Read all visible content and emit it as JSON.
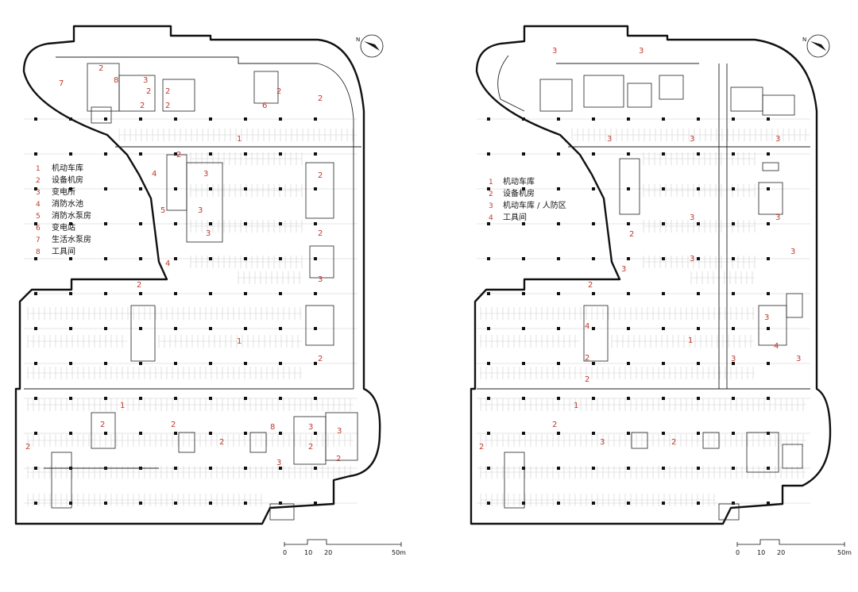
{
  "plans": [
    {
      "id": "left",
      "legend": [
        {
          "num": "1",
          "text": "机动车库"
        },
        {
          "num": "2",
          "text": "设备机房"
        },
        {
          "num": "3",
          "text": "变电所"
        },
        {
          "num": "4",
          "text": "消防水池"
        },
        {
          "num": "5",
          "text": "消防水泵房"
        },
        {
          "num": "6",
          "text": "变电站"
        },
        {
          "num": "7",
          "text": "生活水泵房"
        },
        {
          "num": "8",
          "text": "工具间"
        }
      ],
      "room_numbers": [
        "2",
        "8",
        "3",
        "2",
        "2",
        "2",
        "2",
        "2",
        "6",
        "2",
        "7",
        "1",
        "2",
        "4",
        "3",
        "5",
        "3",
        "3",
        "2",
        "2",
        "4",
        "2",
        "3",
        "1",
        "2",
        "1",
        "2",
        "2",
        "2",
        "8",
        "3",
        "3",
        "2",
        "2",
        "3",
        "2"
      ],
      "scale": {
        "ticks": [
          "0",
          "10",
          "20",
          "50m"
        ]
      },
      "north": "N"
    },
    {
      "id": "right",
      "legend": [
        {
          "num": "1",
          "text": "机动车库"
        },
        {
          "num": "2",
          "text": "设备机房"
        },
        {
          "num": "3",
          "text": "机动车库 / 人防区"
        },
        {
          "num": "4",
          "text": "工具间"
        }
      ],
      "room_numbers": [
        "3",
        "3",
        "3",
        "3",
        "3",
        "3",
        "3",
        "2",
        "3",
        "3",
        "3",
        "2",
        "4",
        "1",
        "3",
        "2",
        "2",
        "4",
        "3",
        "1",
        "2",
        "2",
        "2",
        "3",
        "3"
      ],
      "scale": {
        "ticks": [
          "0",
          "10",
          "20",
          "50m"
        ]
      },
      "north": "N"
    }
  ]
}
